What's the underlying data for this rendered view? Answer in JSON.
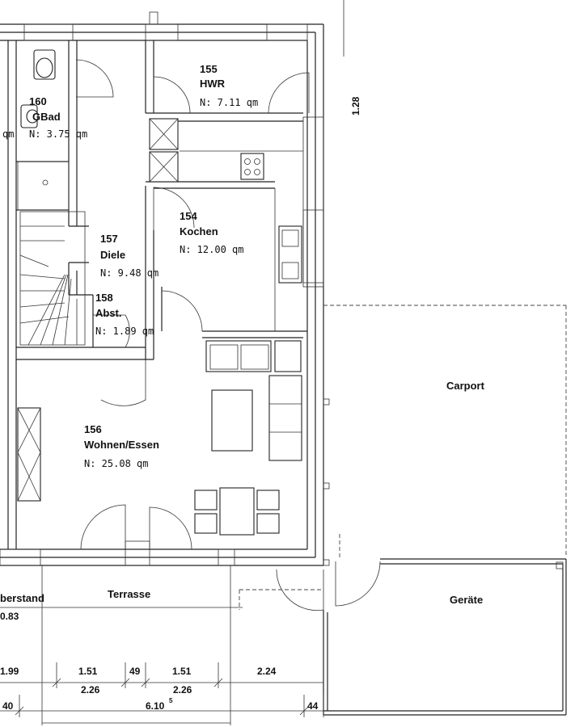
{
  "rooms": {
    "hwr": {
      "number": "155",
      "name": "HWR",
      "area": "N:  7.11  qm"
    },
    "bad": {
      "number": "160",
      "name": "GBad",
      "area": "N:  3.75  qm",
      "area_prefix": "qm"
    },
    "kochen": {
      "number": "154",
      "name": "Kochen",
      "area": "N:  12.00  qm"
    },
    "diele": {
      "number": "157",
      "name": "Diele",
      "area": "N:  9.48  qm"
    },
    "abst": {
      "number": "158",
      "name": "Abst.",
      "area": "N:  1.89  qm"
    },
    "wohnen": {
      "number": "156",
      "name": "Wohnen/Essen",
      "area": "N:  25.08  qm"
    }
  },
  "outdoor": {
    "carport": "Carport",
    "geraete": "Geräte",
    "terrasse": "Terrasse",
    "ueberstand": "berstand",
    "ueberstand_value": "0.83"
  },
  "dimensions": {
    "height_right": "1.28",
    "d1": "1.99",
    "d2": "1.51",
    "d3": "49",
    "d4": "1.51",
    "d5": "2.24",
    "d6": "2.26",
    "d7": "2.26",
    "d8": "40",
    "d9": "6.10",
    "d9_sup": "5",
    "d10": "44"
  }
}
